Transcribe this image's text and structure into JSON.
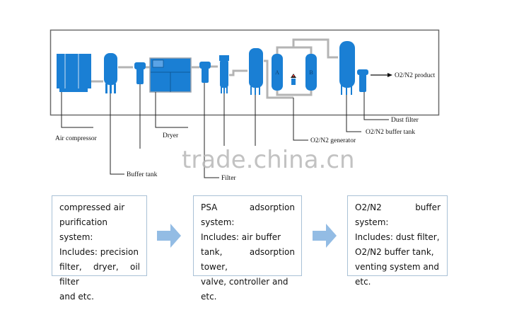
{
  "diagram": {
    "labels": {
      "air_compressor": "Air compressor",
      "buffer_tank": "Buffer tank",
      "dryer": "Dryer",
      "filter": "Filter",
      "generator": "O2/N2 generator",
      "product_buffer_tank": "O2/N2 buffer tank",
      "dust_filter": "Dust filter",
      "product": "O2/N2 product",
      "tower_a": "A",
      "tower_b": "B"
    },
    "watermark": "trade.china.cn",
    "colors": {
      "equipment": "#1a7fd4",
      "pipe": "#b4b4b4",
      "frame": "#6b6b6b",
      "flow_arrow": "#93bce4",
      "box_border": "#a9c1d6"
    }
  },
  "stages": [
    {
      "title": "compressed air purification system:",
      "lines": [
        "compressed air",
        "purification system:",
        "Includes: precision",
        "filter, dryer, oil filter",
        "and etc."
      ]
    },
    {
      "title": "PSA adsorption system:",
      "lines": [
        "PSA adsorption system:",
        "Includes: air buffer",
        "tank, adsorption tower,",
        "valve, controller and",
        "etc."
      ]
    },
    {
      "title": "O2/N2 buffer system:",
      "lines": [
        "O2/N2 buffer system:",
        "Includes: dust filter,",
        "O2/N2 buffer tank,",
        "venting system and",
        "etc."
      ]
    }
  ]
}
